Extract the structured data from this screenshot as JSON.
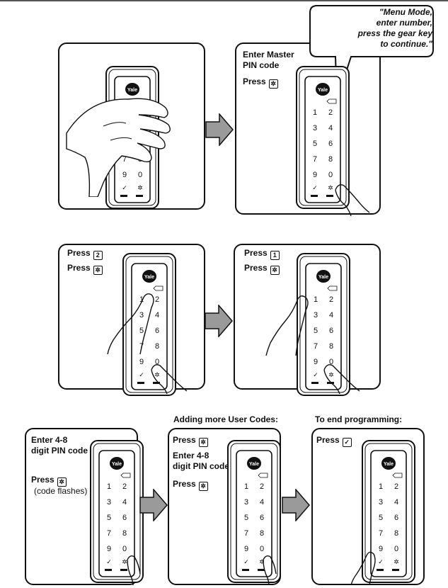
{
  "callout": {
    "text": "\"Menu Mode,\nenter number,\npress the gear key\nto continue.\""
  },
  "step2": {
    "instruction": "Enter Master\nPIN code",
    "press_label": "Press"
  },
  "step3": {
    "press_label_1": "Press",
    "key_1": "2",
    "press_label_2": "Press"
  },
  "step4": {
    "press_label_1": "Press",
    "key_1": "1",
    "press_label_2": "Press"
  },
  "step5": {
    "instruction": "Enter 4-8\ndigit PIN code",
    "press_label": "Press",
    "note": "(code flashes)"
  },
  "step6": {
    "heading": "Adding more User Codes:",
    "press_label_1": "Press",
    "instruction": "Enter 4-8\ndigit PIN code",
    "press_label_2": "Press"
  },
  "step7": {
    "heading": "To end programming:",
    "press_label": "Press"
  },
  "lock": {
    "brand": "Yale",
    "keys": [
      "1",
      "2",
      "3",
      "4",
      "5",
      "6",
      "7",
      "8",
      "9",
      "0"
    ],
    "check_key": "✓",
    "gear_key": "✲"
  },
  "icons": {
    "gear_key": "gear-key-icon",
    "check_key": "check-key-icon",
    "arrow": "right-arrow-icon"
  },
  "colors": {
    "ink": "#111111",
    "arrow_fill": "#9a9a9a"
  }
}
